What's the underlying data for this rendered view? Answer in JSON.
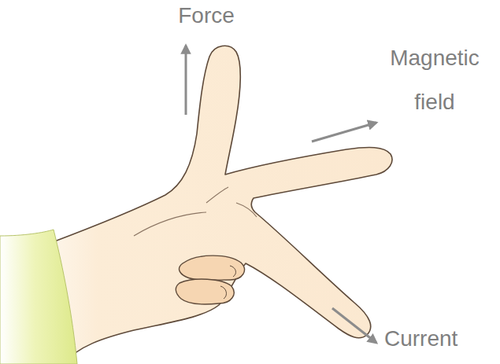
{
  "diagram": {
    "labels": [
      "Force",
      "Magnetic field",
      "Current"
    ]
  }
}
